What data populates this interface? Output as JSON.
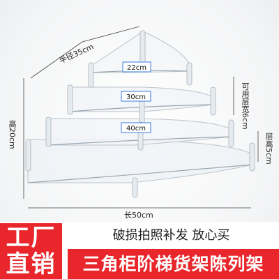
{
  "dimensions": {
    "radius": "半径35cm",
    "height": "高20cm",
    "length": "长50cm",
    "usable_width": "可用层宽6cm",
    "layer_height": "层高5cm",
    "tiers": [
      "22cm",
      "30cm",
      "40cm"
    ]
  },
  "badge": {
    "line1": "工厂",
    "line2": "直销"
  },
  "guarantee": "破损拍照补发 放心买",
  "product_title": "三角柜阶梯货架陈列架",
  "colors": {
    "accent": "#e8262b",
    "tier_label_border": "#3a7be0"
  }
}
